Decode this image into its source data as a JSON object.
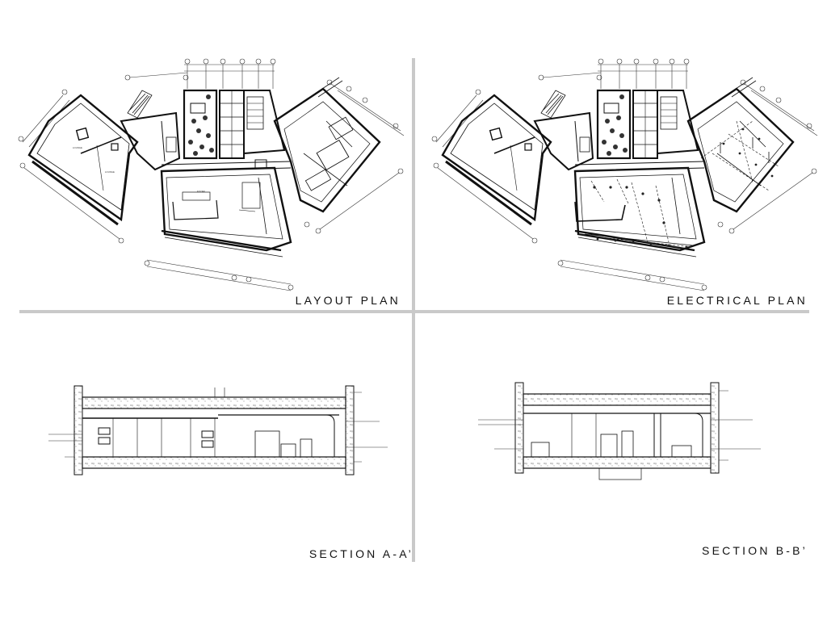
{
  "sheet": {
    "background": "#ffffff",
    "divider_color": "#c9c9c9",
    "line_color": "#1a1a1a"
  },
  "panels": {
    "layout_plan": {
      "label": "LAYOUT PLAN"
    },
    "electrical_plan": {
      "label": "ELECTRICAL PLAN"
    },
    "section_a": {
      "label": "SECTION A-A’"
    },
    "section_b": {
      "label": "SECTION B-B’"
    }
  }
}
